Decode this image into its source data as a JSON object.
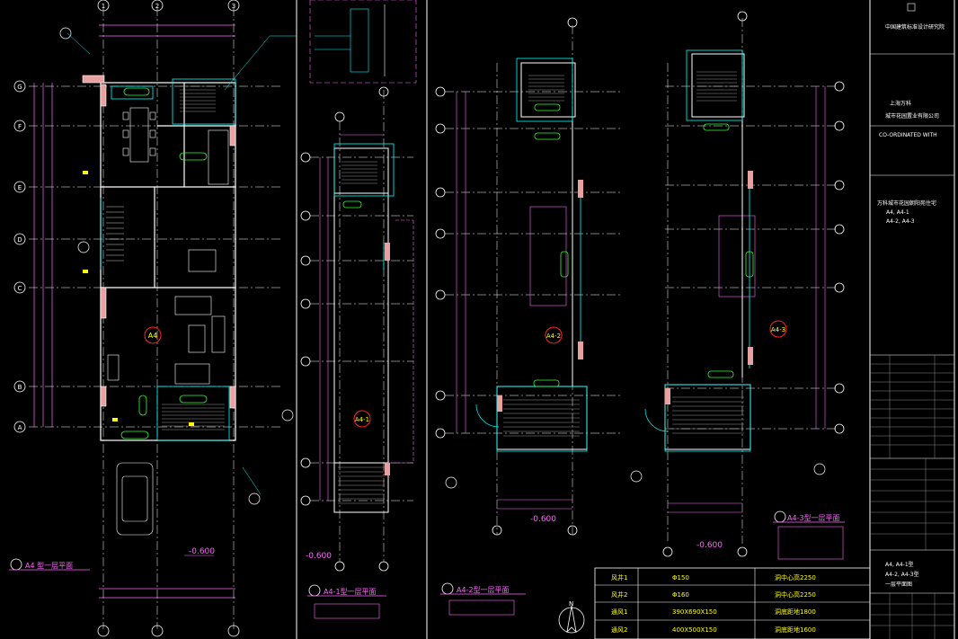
{
  "plans": [
    {
      "label": "A4",
      "title": "A4 型一层平面",
      "level": "-0.600",
      "id": "plan-a4"
    },
    {
      "label": "A4-1",
      "title": "A4-1型一层平面",
      "level": "-0.600",
      "id": "plan-a4-1"
    },
    {
      "label": "A4-2",
      "title": "A4-2型一层平面",
      "level": "-0.600",
      "id": "plan-a4-2"
    },
    {
      "label": "A4-3",
      "title": "A4-3型一层平面",
      "level": "-0.600",
      "id": "plan-a4-3"
    }
  ],
  "grid_left": [
    "G",
    "F",
    "E",
    "D",
    "C",
    "B",
    "A"
  ],
  "grid_top": [
    "1",
    "2",
    "3"
  ],
  "table": {
    "rows": [
      [
        "风井1",
        "Φ150",
        "洞中心高2250"
      ],
      [
        "风井2",
        "Φ160",
        "洞中心高2250"
      ],
      [
        "通风1",
        "390X690X150",
        "洞底距地1800"
      ],
      [
        "通风2",
        "400X500X150",
        "洞底距地1600"
      ]
    ]
  },
  "north": "N",
  "title_block": {
    "company": "中国建筑标准设计研究院",
    "project_owner": "上海万科",
    "project_owner2": "城市花园置业有限公司",
    "co_label": "CO-ORDINATED WITH",
    "drawing_title_l1": "万科城市花园朝阳苑住宅",
    "drawing_title_l2": "A4, A4-1",
    "drawing_title_l3": "A4-2, A4-3",
    "sheet_title_l1": "A4, A4-1型",
    "sheet_title_l2": "A4-2, A4-3型",
    "sheet_title_l3": "一层平面图"
  }
}
